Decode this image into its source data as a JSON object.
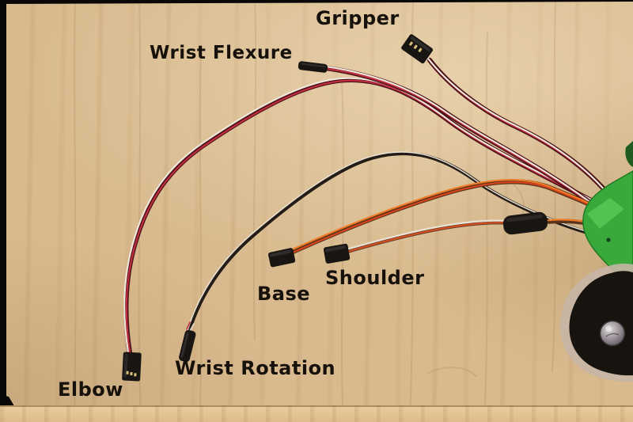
{
  "labels": {
    "gripper": "Gripper",
    "wrist_flexure": "Wrist Flexure",
    "elbow": "Elbow",
    "wrist_rotation": "Wrist Rotation",
    "base": "Base",
    "shoulder": "Shoulder"
  },
  "colors": {
    "wood": "#d8ba8e",
    "wood_edge_band": "#e6c89b",
    "label_text": "#17110c",
    "photo_border": "#0a0807",
    "futaba_dark": "#4a1118",
    "futaba_red": "#c22f40",
    "futaba_white": "#f0e8dc",
    "jr_brown": "#5b341b",
    "jr_red": "#d8451c",
    "jr_orange": "#f07c28",
    "black_wire": "#241c16",
    "wire_white": "#eae2d4",
    "shoulder_base": "#6a4030",
    "shoulder_red": "#d8501c",
    "connector_black": "#191513",
    "pin_gold": "#d9c07a",
    "bracket_green": "#38a93a",
    "bracket_green_light": "#55c653",
    "bracket_green_dark": "#1e5c20",
    "disc_black": "#17130f",
    "disc_rim": "#c6b5a6",
    "screw_silver": "#b5aeb2"
  }
}
